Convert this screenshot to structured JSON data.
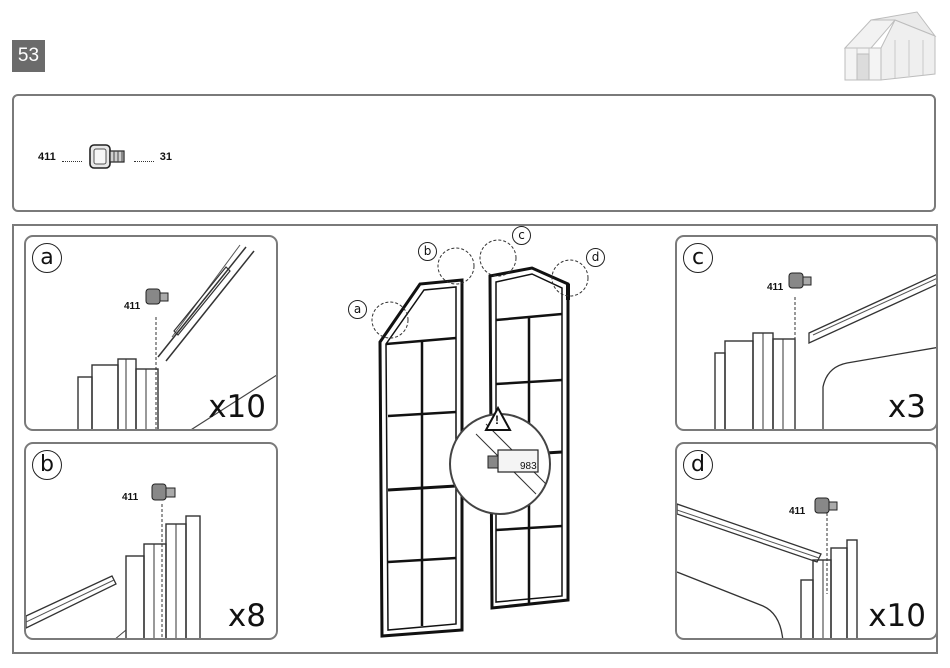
{
  "step": {
    "number": "53"
  },
  "parts": {
    "code": "411",
    "quantity": "31"
  },
  "panels": {
    "a": {
      "letter": "a",
      "code": "411",
      "count": "x10"
    },
    "b": {
      "letter": "b",
      "code": "411",
      "count": "x8"
    },
    "c": {
      "letter": "c",
      "code": "411",
      "count": "x3"
    },
    "d": {
      "letter": "d",
      "code": "411",
      "count": "x10"
    }
  },
  "center": {
    "callouts": [
      "a",
      "b",
      "c",
      "d"
    ],
    "detail_code": "983",
    "warning_symbol": "!"
  },
  "icons": {
    "house": "greenhouse-icon",
    "bolt": "square-head-bolt-icon"
  }
}
